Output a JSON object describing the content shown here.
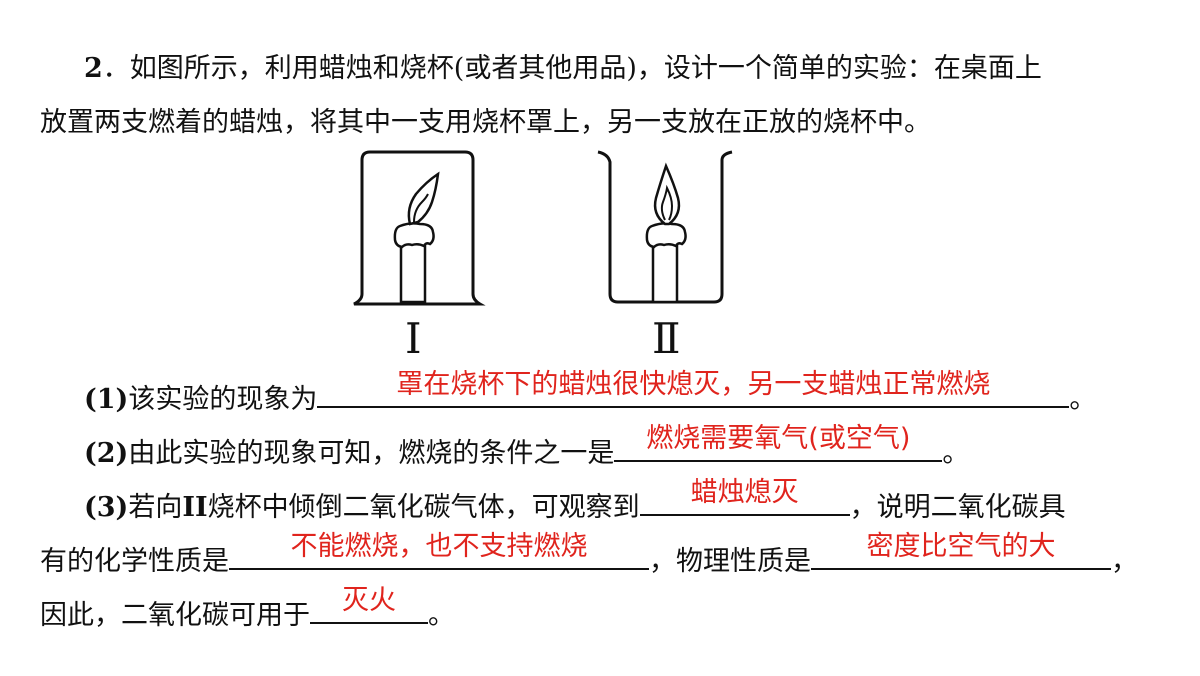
{
  "intro": {
    "number": "2",
    "line1_rest": "．如图所示，利用蜡烛和烧杯(或者其他用品)，设计一个简单的实验：在桌面上",
    "line2": "放置两支燃着的蜡烛，将其中一支用烧杯罩上，另一支放在正放的烧杯中。"
  },
  "figure": {
    "label_left": "Ⅰ",
    "label_right": "Ⅱ"
  },
  "q1": {
    "num": "(1)",
    "text": "该实验的现象为",
    "answer": "罩在烧杯下的蜡烛很快熄灭，另一支蜡烛正常燃烧",
    "end": "。"
  },
  "q2": {
    "num": "(2)",
    "text": "由此实验的现象可知，燃烧的条件之一是",
    "answer": "燃烧需要氧气(或空气)",
    "end": "。"
  },
  "q3": {
    "num": "(3)",
    "pre": "若向",
    "beaker": "II",
    "text": "烧杯中倾倒二氧化碳气体，可观察到",
    "answer1": "蜡烛熄灭",
    "mid1": "，说明二氧化碳具",
    "line2_pre": "有的化学性质是",
    "answer2": "不能燃烧，也不支持燃烧",
    "mid2": "，物理性质是",
    "answer3": "密度比空气的大",
    "end2": "，",
    "line3_pre": "因此，二氧化碳可用于",
    "answer4": "灭火",
    "end3": "。"
  },
  "colors": {
    "answer": "#e0241d",
    "text": "#111111"
  }
}
